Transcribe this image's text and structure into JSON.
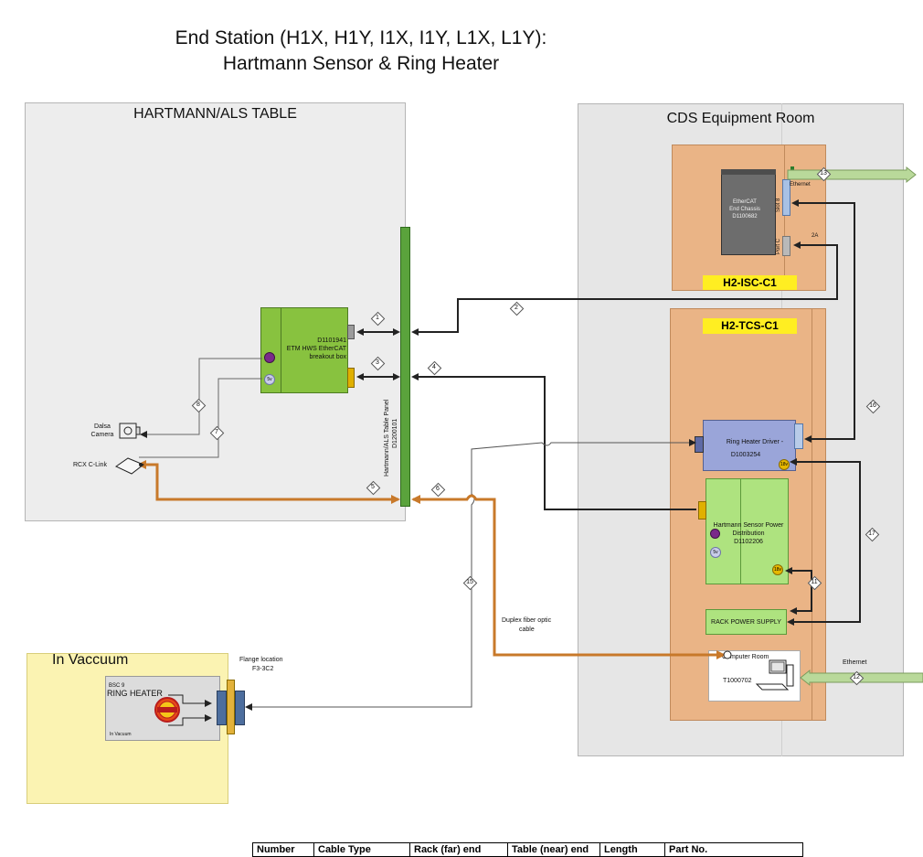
{
  "title": {
    "line1": "End Station (H1X, H1Y, I1X, I1Y, L1X, L1Y):",
    "line2": "Hartmann Sensor & Ring Heater"
  },
  "regions": {
    "hartmann_table": "HARTMANN/ALS TABLE",
    "cds_room": "CDS Equipment Room",
    "in_vacuum": "In Vaccuum"
  },
  "panel": {
    "label_line1": "Hartmann/ALS Table Panel",
    "label_line2": "D1200101"
  },
  "breakout_box": {
    "line1": "D1101941",
    "line2": "ETM HWS EtherCAT",
    "line3": "breakout box",
    "port_5v": "5v"
  },
  "devices": {
    "camera_line1": "Dalsa",
    "camera_line2": "Camera",
    "rcx": "RCX C-Link"
  },
  "isc_rack": {
    "tag": "H2-ISC-C1",
    "chassis_line1": "EtherCAT",
    "chassis_line2": "End Chassis",
    "chassis_line3": "D1100682",
    "slot": "Slot 8",
    "port": "Port C",
    "ethernet": "Ethernet",
    "label_2a": "2A"
  },
  "tcs_rack": {
    "tag": "H2-TCS-C1",
    "rh_driver_line1": "Ring Heater Driver -",
    "rh_driver_line2": "D1003254",
    "port_18v": "18v",
    "hs_power_line1": "Hartmann Sensor Power",
    "hs_power_line2": "Distribution",
    "hs_power_line3": "D1102206",
    "port_5v": "5v",
    "rack_psu": "RACK POWER SUPPLY",
    "computer_line1": "Computer Room",
    "computer_line2": "T1000702",
    "ethernet": "Ethernet"
  },
  "vacuum": {
    "bsc": "BSC 9",
    "ring_heater": "RING HEATER",
    "in_vacuum_small": "In Vacuum",
    "flange_line1": "Flange location",
    "flange_line2": "F3-3C2"
  },
  "fiber_note": {
    "line1": "Duplex fiber optic",
    "line2": "cable"
  },
  "cable_numbers": [
    "1",
    "2",
    "3",
    "4",
    "5",
    "6",
    "7",
    "8",
    "11",
    "12",
    "13",
    "15",
    "16",
    "17"
  ],
  "table_headers": [
    "Number",
    "Cable Type",
    "Rack (far) end",
    "Table (near) end",
    "Length",
    "Part No."
  ],
  "colors": {
    "green": "#5aa33c",
    "orange_cable": "#c8792a",
    "rack": "#eab486",
    "panel_bg": "#ededed",
    "vacuum_bg": "#fbf3b2",
    "yellow": "#ffee22"
  }
}
